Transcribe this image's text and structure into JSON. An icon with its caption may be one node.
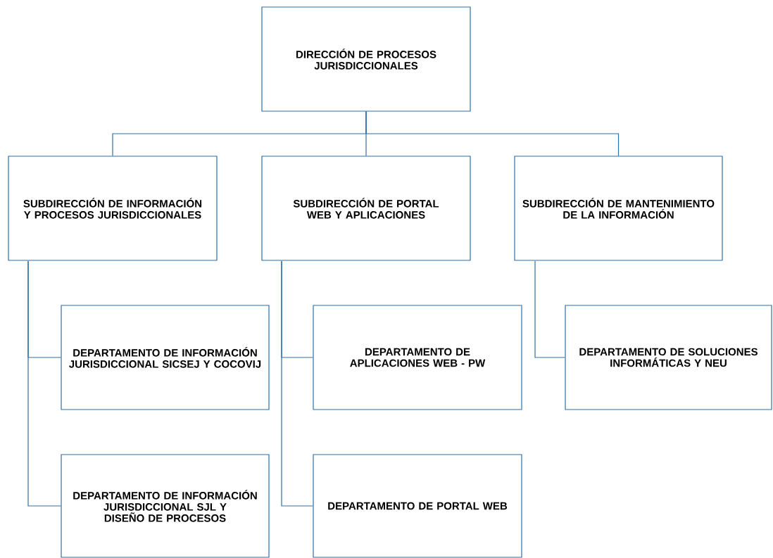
{
  "diagram": {
    "nodes": [
      {
        "text": [
          "DIRECCIÓN DE PROCESOS JURISDICCIONALES"
        ]
      },
      {
        "text": [
          "SUBDIRECCIÓN DE INFORMACIÓN Y PROCESOS JURISDICCIONALES"
        ]
      },
      {
        "text": [
          "SUBDIRECCIÓN DE PORTAL WEB Y APLICACIONES"
        ]
      },
      {
        "text": [
          "SUBDIRECCIÓN DE MANTENIMIENTO DE LA INFORMACIÓN"
        ]
      },
      {
        "text": [
          "DEPARTAMENTO DE INFORMACIÓN JURISDICCIONAL SICSEJ Y COCOVIJ"
        ]
      },
      {
        "text": [
          "DEPARTAMENTO DE APLICACIONES WEB - PW"
        ]
      },
      {
        "text": [
          "DEPARTAMENTO DE SOLUCIONES INFORMÁTICAS Y NEU"
        ]
      },
      {
        "text": [
          "DEPARTAMENTO DE INFORMACIÓN JURISDICCIONAL SJL Y DISEÑO DE PROCESOS"
        ]
      },
      {
        "text": [
          "DEPARTAMENTO DE PORTAL WEB"
        ]
      }
    ],
    "edges": [
      {
        "from": 0,
        "to": 1,
        "arrow": "none"
      },
      {
        "from": 0,
        "to": 2,
        "arrow": "none"
      },
      {
        "from": 0,
        "to": 3,
        "arrow": "none"
      },
      {
        "from": 1,
        "to": 4,
        "arrow": "none"
      },
      {
        "from": 1,
        "to": 7,
        "arrow": "none"
      },
      {
        "from": 2,
        "to": 5,
        "arrow": "none"
      },
      {
        "from": 2,
        "to": 8,
        "arrow": "none"
      },
      {
        "from": 3,
        "to": 6,
        "arrow": "none"
      }
    ]
  }
}
